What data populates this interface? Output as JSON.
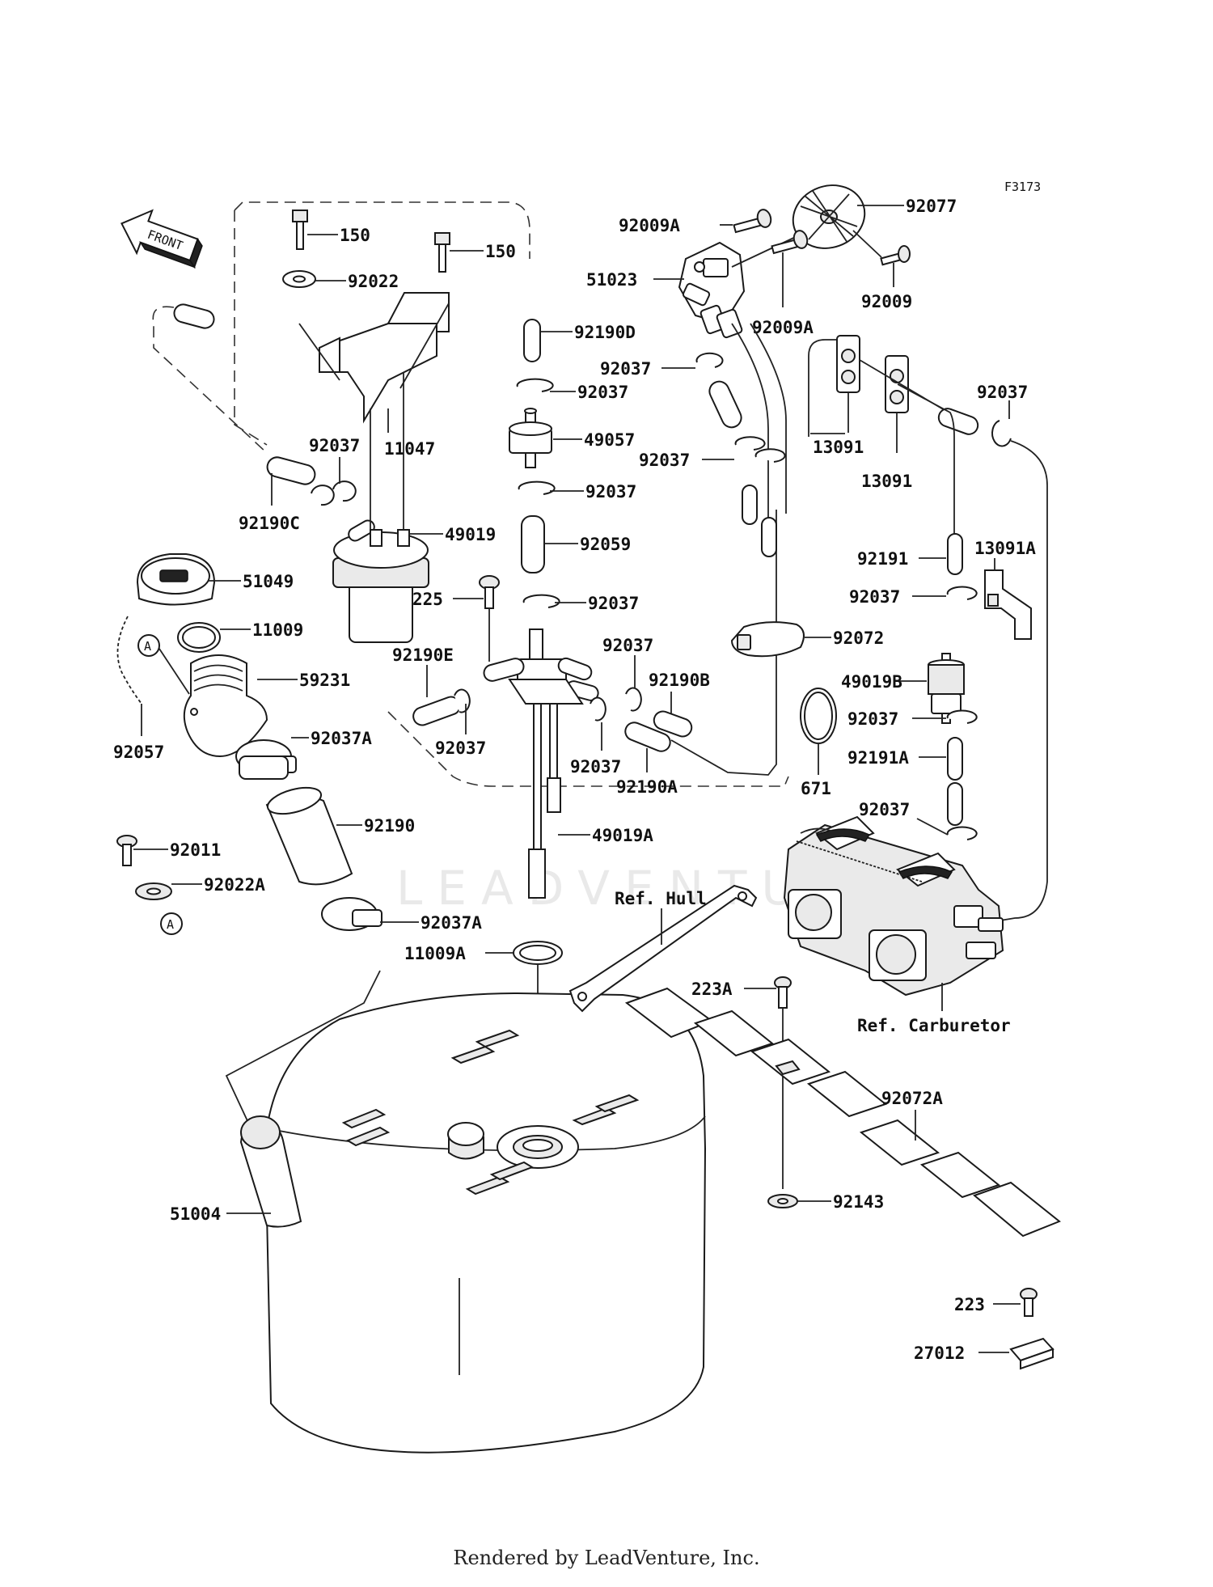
{
  "diagram": {
    "code": "F3173",
    "front_label": "FRONT",
    "watermark": "LEADVENTURE",
    "footer": "Rendered by LeadVenture, Inc.",
    "ref_hull": "Ref. Hull",
    "ref_carburetor": "Ref. Carburetor",
    "callout_a": "A",
    "parts": {
      "p150a": "150",
      "p150b": "150",
      "p92022": "92022",
      "p11047": "11047",
      "p92037_1": "92037",
      "p92190c": "92190C",
      "p49019": "49019",
      "p51049": "51049",
      "p11009": "11009",
      "p59231": "59231",
      "p92057": "92057",
      "p92037a_1": "92037A",
      "p92190": "92190",
      "p92011": "92011",
      "p92022a": "92022A",
      "p92037a_2": "92037A",
      "p11009a": "11009A",
      "p51004": "51004",
      "p92190d": "92190D",
      "p92037_2": "92037",
      "p49057": "49057",
      "p92037_3": "92037",
      "p92059": "92059",
      "p92037_4": "92037",
      "p225": "225",
      "p92190e": "92190E",
      "p92037_5": "92037",
      "p92037_6": "92037",
      "p92037_7": "92037",
      "p92190b": "92190B",
      "p92190a": "92190A",
      "p49019a": "49019A",
      "p92009a_1": "92009A",
      "p51023": "51023",
      "p92077": "92077",
      "p92009": "92009",
      "p92009a_2": "92009A",
      "p92037_8": "92037",
      "p92037_9": "92037",
      "p13091_1": "13091",
      "p13091_2": "13091",
      "p92037_10": "92037",
      "p92191": "92191",
      "p13091a": "13091A",
      "p92037_11": "92037",
      "p92072": "92072",
      "p49019b": "49019B",
      "p92037_12": "92037",
      "p671": "671",
      "p92191a": "92191A",
      "p92037_13": "92037",
      "p223a": "223A",
      "p92072a": "92072A",
      "p92143": "92143",
      "p223": "223",
      "p27012": "27012"
    }
  }
}
